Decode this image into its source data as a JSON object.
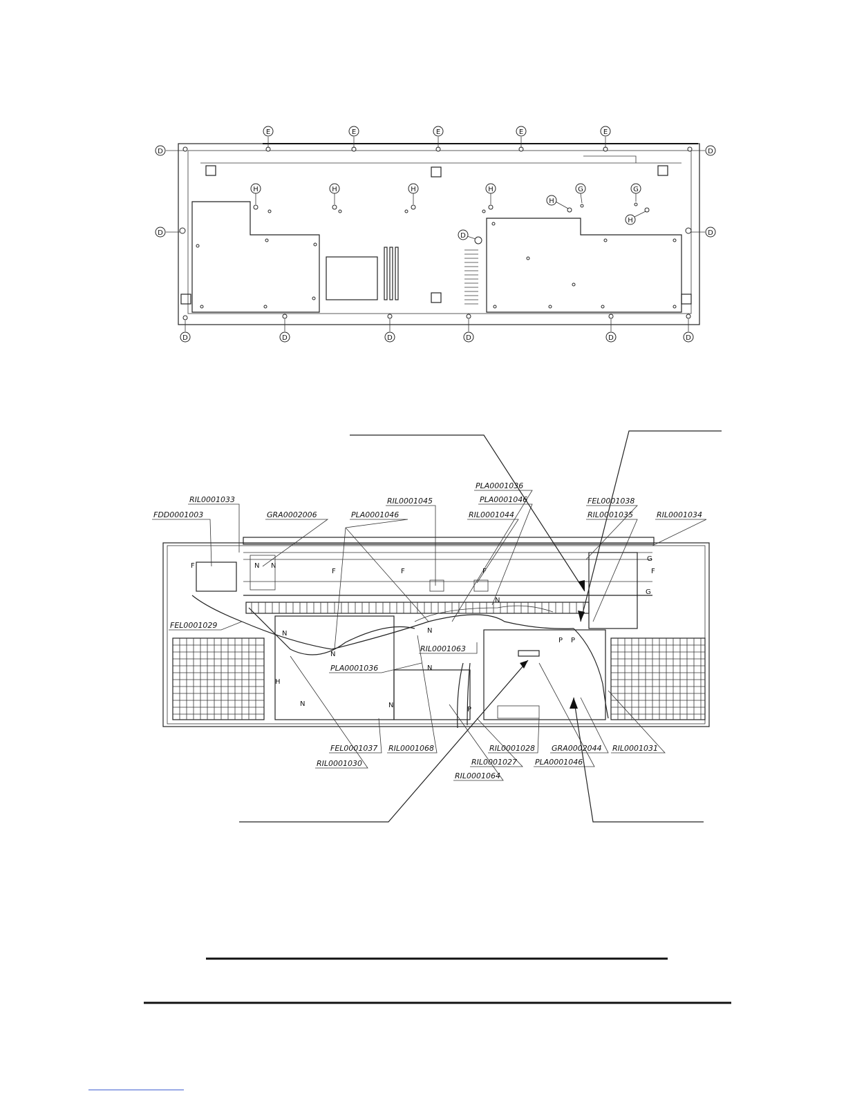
{
  "top_diagram": {
    "markers": {
      "D": "D",
      "E": "E",
      "G": "G",
      "H": "H"
    }
  },
  "bottom_diagram": {
    "parts": {
      "ril1033": "RIL0001033",
      "fdd1003": "FDD0001003",
      "gra2006": "GRA0002006",
      "pla1046_a": "PLA0001046",
      "ril1045": "RIL0001045",
      "pla1036_top": "PLA0001036",
      "pla1046_top": "PLA0001046",
      "ril1044": "RIL0001044",
      "fel1038": "FEL0001038",
      "ril1035": "RIL0001035",
      "ril1034": "RIL0001034",
      "fel1029": "FEL0001029",
      "ril1063": "RIL0001063",
      "pla1036_mid": "PLA0001036",
      "fel1037": "FEL0001037",
      "ril1068": "RIL0001068",
      "ril1028": "RIL0001028",
      "gra2044": "GRA0002044",
      "ril1031": "RIL0001031",
      "ril1030": "RIL0001030",
      "ril1027": "RIL0001027",
      "pla1046_b": "PLA0001046",
      "ril1064": "RIL0001064"
    },
    "markers": {
      "F": "F",
      "N": "N",
      "P": "P",
      "G": "G",
      "H": "H"
    }
  }
}
